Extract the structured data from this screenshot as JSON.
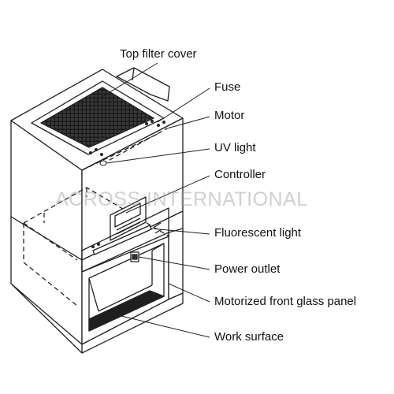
{
  "labels": {
    "top_filter_cover": "Top filter cover",
    "fuse": "Fuse",
    "motor": "Motor",
    "uv_light": "UV light",
    "controller": "Controller",
    "fluorescent_light": "Fluorescent light",
    "power_outlet": "Power outlet",
    "front_glass_panel": "Motorized front glass panel",
    "work_surface": "Work surface"
  },
  "watermark": "ACROSS INTERNATIONAL"
}
